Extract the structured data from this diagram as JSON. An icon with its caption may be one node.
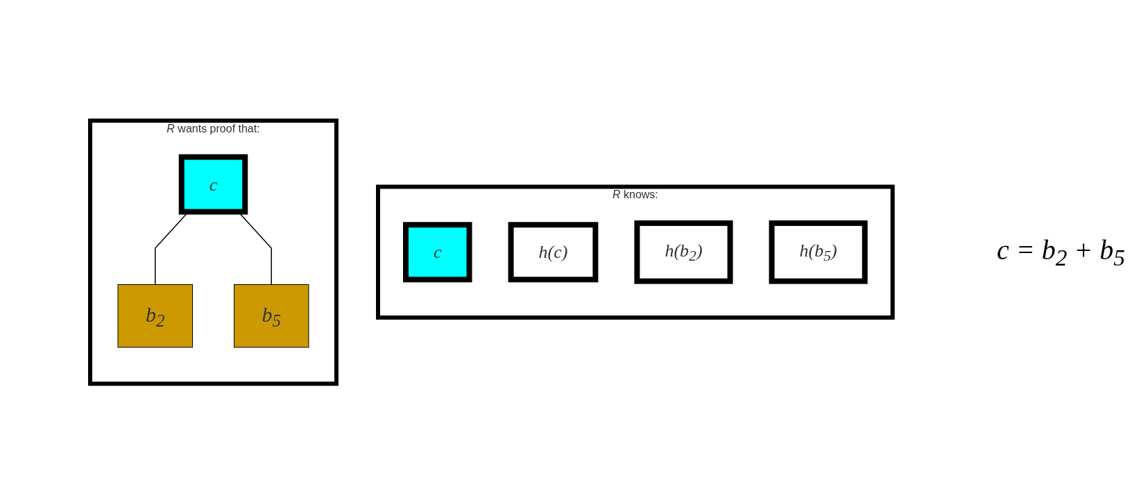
{
  "diagram": {
    "nodes": [
      {
        "text": [
          "*R* knows:"
        ]
      },
      {
        "text": [
          "c"
        ],
        "in": 0
      },
      {
        "text": [
          "h(c)"
        ],
        "in": 0
      },
      {
        "text": [
          "h(b$_{2}$)"
        ],
        "in": 0
      },
      {
        "text": [
          "h(b$_{5}$)"
        ],
        "in": 0
      },
      {
        "text": [
          "*R* wants proof that:"
        ]
      },
      {
        "text": [
          "c"
        ],
        "in": 5
      },
      {
        "text": [
          "b$_{2}$"
        ],
        "in": 5
      },
      {
        "text": [
          "b$_{5}$"
        ],
        "in": 5
      }
    ],
    "edges": [
      {
        "from": 6,
        "to": 7,
        "arrow": "none"
      },
      {
        "from": 6,
        "to": 8,
        "arrow": "none"
      }
    ],
    "labels": [
      "c = b$_{2}$ + b$_{5}$"
    ]
  }
}
